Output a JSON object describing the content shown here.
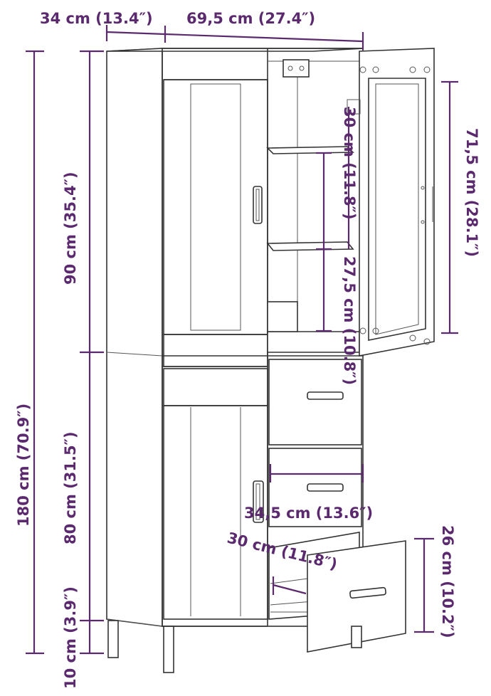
{
  "colors": {
    "dimension": "#5b2a6e",
    "outline": "#333333",
    "background": "#ffffff"
  },
  "dimensions": {
    "depth_top": "34 cm (13.4″)",
    "width_top": "69,5 cm (27.4″)",
    "total_height": "180 cm (70.9″)",
    "upper_height": "90 cm (35.4″)",
    "lower_height": "80 cm (31.5″)",
    "leg_height": "10 cm (3.9″)",
    "door_height": "71,5 cm (28.1″)",
    "shelf_depth": "30 cm (11.8″)",
    "shelf_spacing": "27,5 cm (10.8″)",
    "drawer_width": "34,5 cm (13.6″)",
    "drawer_depth": "30 cm (11.8″)",
    "drawer_height": "26 cm (10.2″)"
  }
}
